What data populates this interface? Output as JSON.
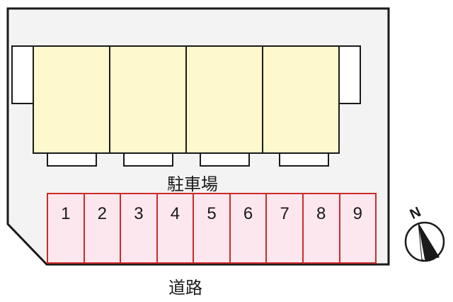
{
  "site": {
    "boundary_fill": "#f3f3f3",
    "boundary_stroke": "#1a1a1a"
  },
  "building": {
    "unit_count": 4,
    "unit_fill": "#fef8cd"
  },
  "parking": {
    "label": "駐車場",
    "slot_fill": "#fde7ef",
    "slot_stroke": "#cc2a2a",
    "slots": [
      "1",
      "2",
      "3",
      "4",
      "5",
      "6",
      "7",
      "8",
      "9"
    ]
  },
  "road": {
    "label": "道路"
  },
  "compass": {
    "label": "N",
    "icon": "north-arrow-icon"
  }
}
